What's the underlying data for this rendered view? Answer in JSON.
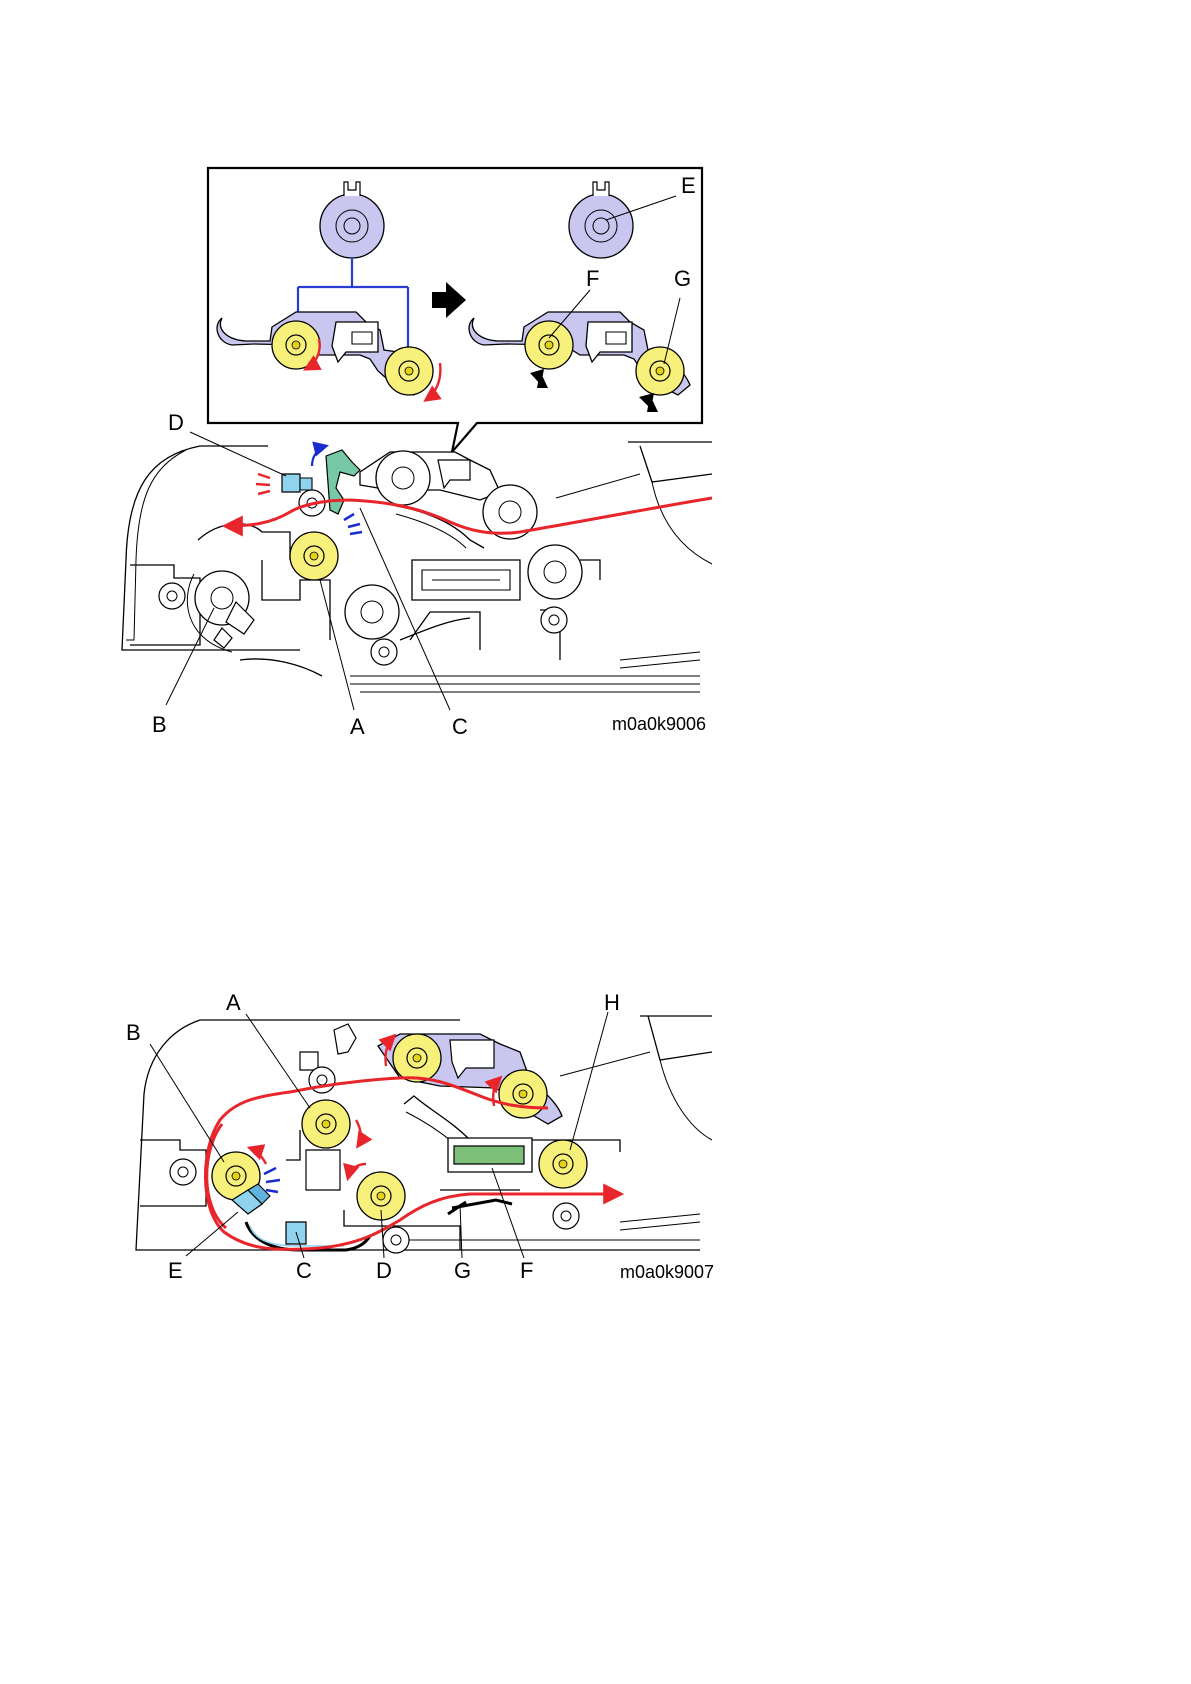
{
  "figure1": {
    "code": "m0a0k9006",
    "labels": {
      "A": "A",
      "B": "B",
      "C": "C",
      "D": "D",
      "E": "E",
      "F": "F",
      "G": "G"
    }
  },
  "figure2": {
    "code": "m0a0k9007",
    "labels": {
      "A": "A",
      "B": "B",
      "C": "C",
      "D": "D",
      "E": "E",
      "F": "F",
      "G": "G",
      "H": "H"
    }
  },
  "colors": {
    "roller": "#f7f07a",
    "roller_core": "#e2d21a",
    "paper_path": "#e8252b",
    "blue_indicator": "#1a2ccf",
    "link_blue": "#2a3bd1",
    "cam_purple": "#c9c6ef",
    "sensor_cyan": "#8fd3ef",
    "guide_green": "#77c9a6",
    "plate_green": "#7cc07a"
  },
  "icons": [
    "arrow-right-icon",
    "rotation-arrow-icon",
    "pressure-arrow-icon"
  ]
}
